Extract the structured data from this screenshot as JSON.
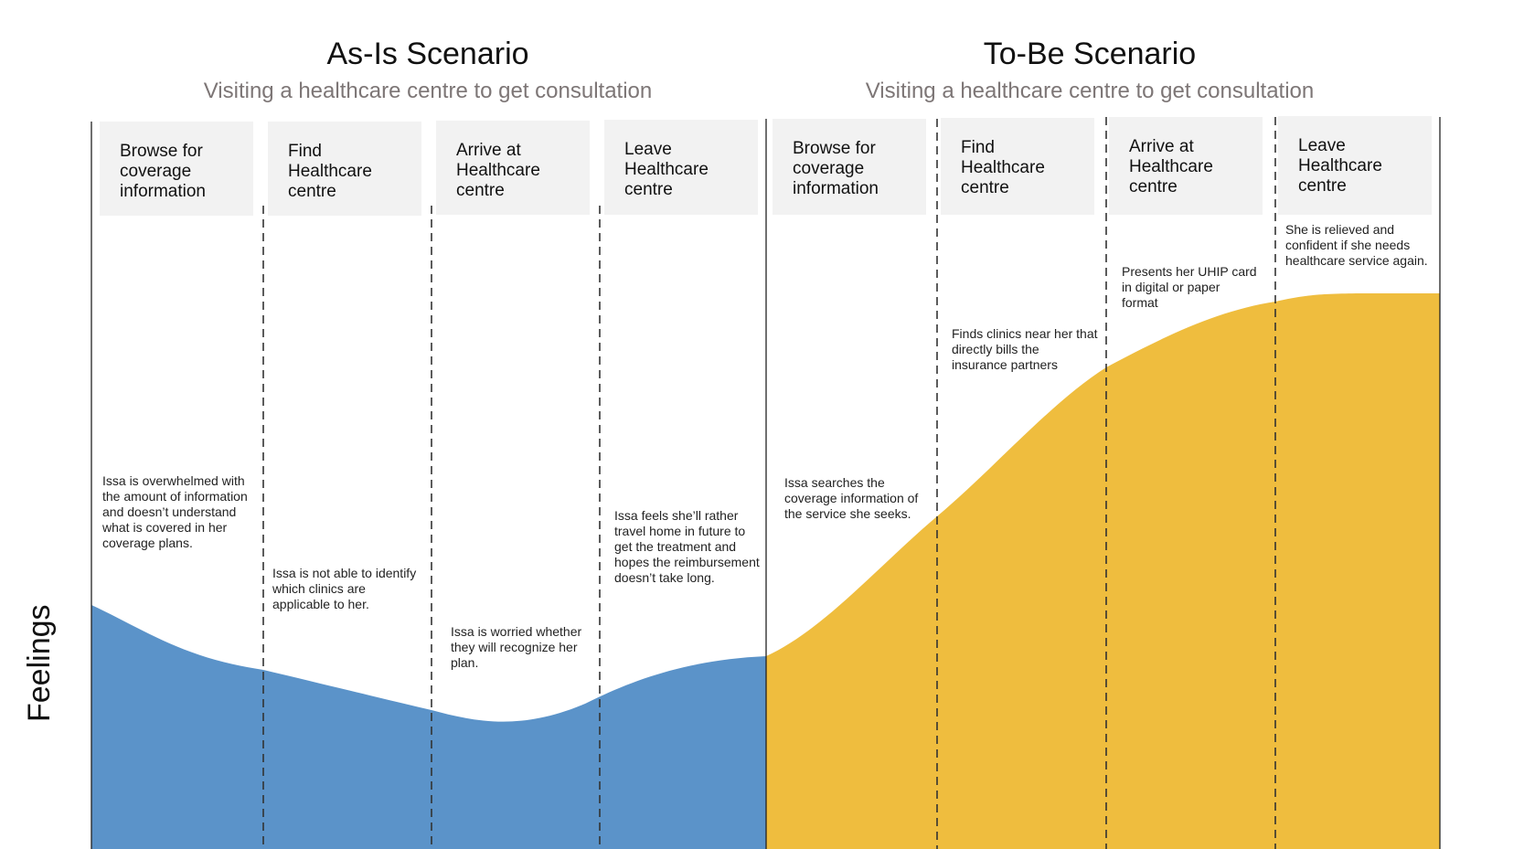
{
  "colors": {
    "as_is_fill": "#5b93c9",
    "to_be_fill": "#efbd3e",
    "stage_bg": "#f2f2f2",
    "subtitle": "#7d7676"
  },
  "axis_label": "Feelings",
  "as_is": {
    "title": "As-Is Scenario",
    "subtitle": "Visiting a healthcare centre to get consultation",
    "stages": [
      {
        "label": "Browse for coverage information",
        "note": "Issa is overwhelmed with the amount of information and doesn’t understand what is covered in her coverage plans."
      },
      {
        "label": "Find Healthcare centre",
        "note": "Issa is not able to identify which clinics are applicable to her."
      },
      {
        "label": "Arrive at Healthcare centre",
        "note": "Issa is worried whether they will recognize her plan."
      },
      {
        "label": "Leave Healthcare centre",
        "note": "Issa feels she’ll rather travel home in future to get the treatment and hopes the reimbursement doesn’t take long."
      }
    ]
  },
  "to_be": {
    "title": "To-Be Scenario",
    "subtitle": "Visiting a healthcare centre to get consultation",
    "stages": [
      {
        "label": "Browse for coverage information",
        "note": "Issa searches the coverage information of the service she seeks."
      },
      {
        "label": "Find Healthcare centre",
        "note": "Finds clinics near her that directly bills the insurance partners"
      },
      {
        "label": "Arrive at Healthcare centre",
        "note": "Presents her UHIP card in digital or paper format"
      },
      {
        "label": "Leave Healthcare centre",
        "note": "She is relieved and confident if she needs healthcare service again."
      }
    ]
  }
}
